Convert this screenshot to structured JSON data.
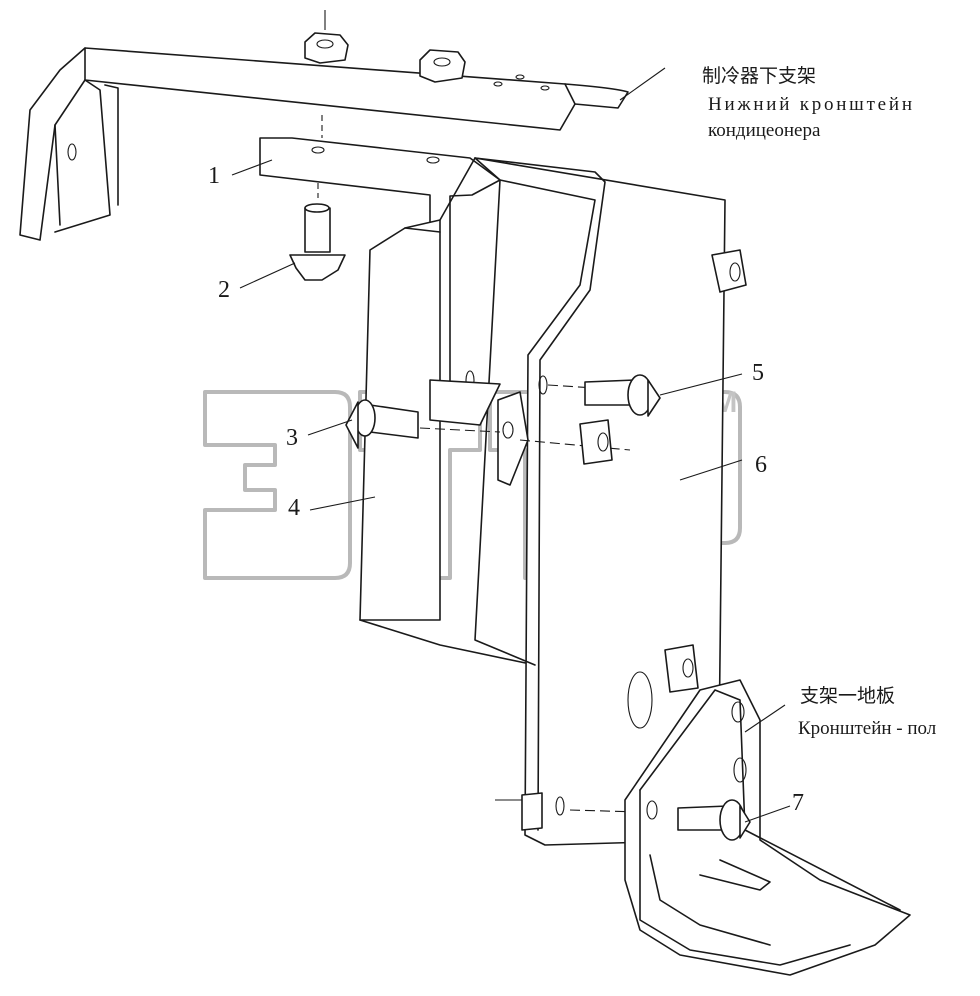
{
  "callouts": [
    "1",
    "2",
    "3",
    "4",
    "5",
    "6",
    "7"
  ],
  "labels": {
    "upper_bracket_zh": "制冷器下支架",
    "upper_bracket_ru_line1": "Нижний кронштейн",
    "upper_bracket_ru_line2": "кондицеонера",
    "floor_bracket_zh": "支架一地板",
    "floor_bracket_ru": "Кронштейн - пол"
  },
  "watermark": {
    "trademark": "TM"
  },
  "colors": {
    "line": "#1a1a1a",
    "watermark": "#b9b9b9",
    "background": "#ffffff"
  }
}
